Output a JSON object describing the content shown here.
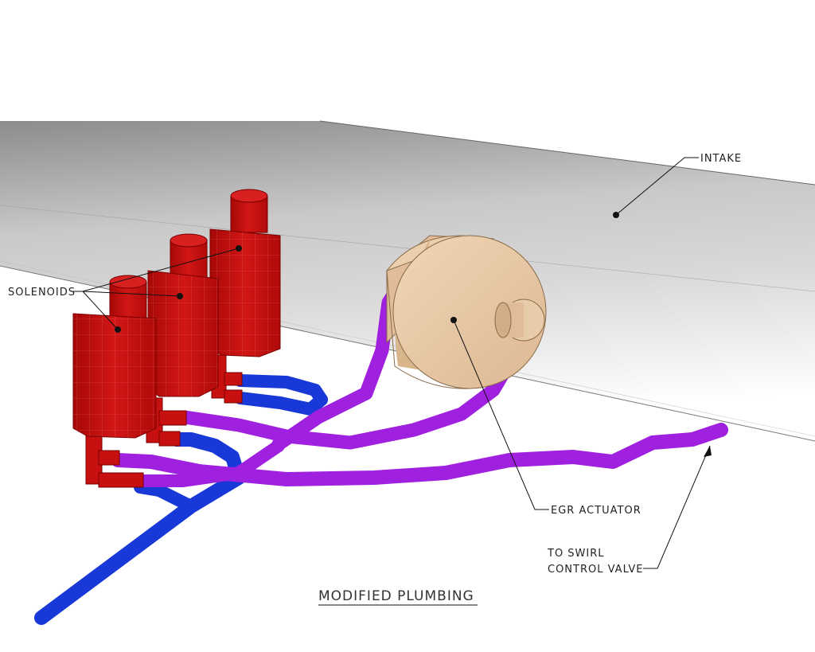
{
  "labels": {
    "intake": "INTAKE",
    "solenoids": "SOLENOIDS",
    "egr_actuator": "EGR ACTUATOR",
    "swirl_line1": "TO SWIRL",
    "swirl_line2": "CONTROL VALVE",
    "title": "MODIFIED PLUMBING"
  },
  "colors": {
    "intake": "#9a9a9a",
    "solenoid": "#c81010",
    "actuator": "#e6c7a2",
    "vacuum_purple": "#a020e0",
    "vacuum_blue": "#1838d8",
    "leader": "#111111"
  }
}
